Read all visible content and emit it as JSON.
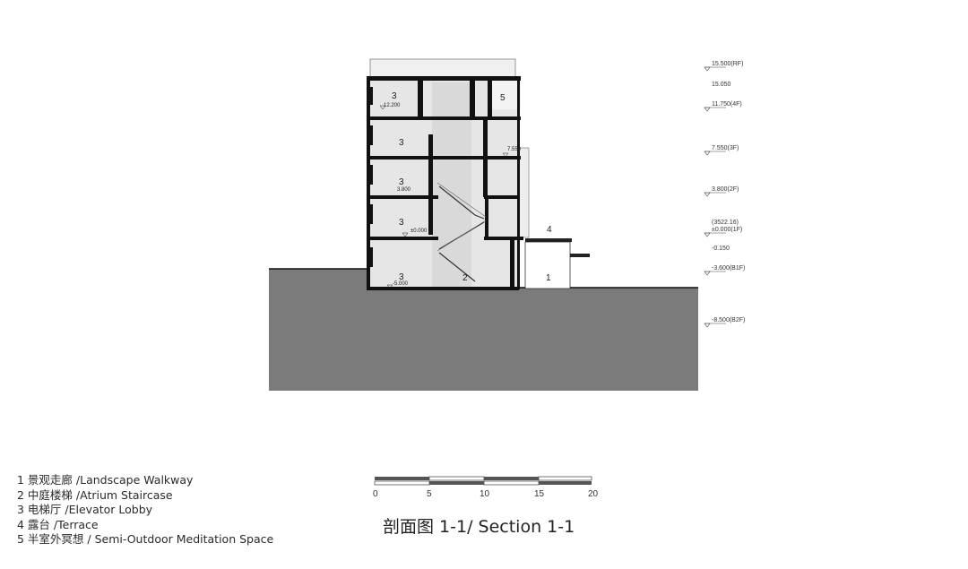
{
  "title": "剖面图 1-1/ Section 1-1",
  "legend": [
    {
      "label": "1 景观走廊 /Landscape Walkway"
    },
    {
      "label": "2 中庭楼梯 /Atrium Staircase"
    },
    {
      "label": "3 电梯厅 /Elevator Lobby"
    },
    {
      "label": "4 露台 /Terrace"
    },
    {
      "label": "5 半室外冥想 / Semi-Outdoor Meditation Space"
    }
  ],
  "scale_bar": {
    "ticks": [
      "0",
      "5",
      "10",
      "15",
      "20"
    ]
  },
  "levels": [
    {
      "label": "15.500(RF)"
    },
    {
      "label": "15.050"
    },
    {
      "label": "11.750(4F)"
    },
    {
      "label": "7.550(3F)"
    },
    {
      "label": "3.800(2F)"
    },
    {
      "label": "(3522.16)"
    },
    {
      "label": "±0.000(1F)"
    },
    {
      "label": "-0.150"
    },
    {
      "label": "-3.600(B1F)"
    },
    {
      "label": "-8.500(B2F)"
    }
  ],
  "rooms": [
    {
      "label": "3"
    },
    {
      "label": "5"
    },
    {
      "label": "3"
    },
    {
      "label": "3"
    },
    {
      "label": "3"
    },
    {
      "label": "4"
    },
    {
      "label": "3"
    },
    {
      "label": "2"
    },
    {
      "label": "1"
    }
  ],
  "spot_levels": [
    {
      "label": "12.200"
    },
    {
      "label": "7.550"
    },
    {
      "label": "3.800"
    },
    {
      "label": "±0.000"
    },
    {
      "label": "-5.000"
    }
  ],
  "colors": {
    "ground": "#7b7b7b",
    "interior": "#e6e6e6",
    "wall": "#111111"
  }
}
